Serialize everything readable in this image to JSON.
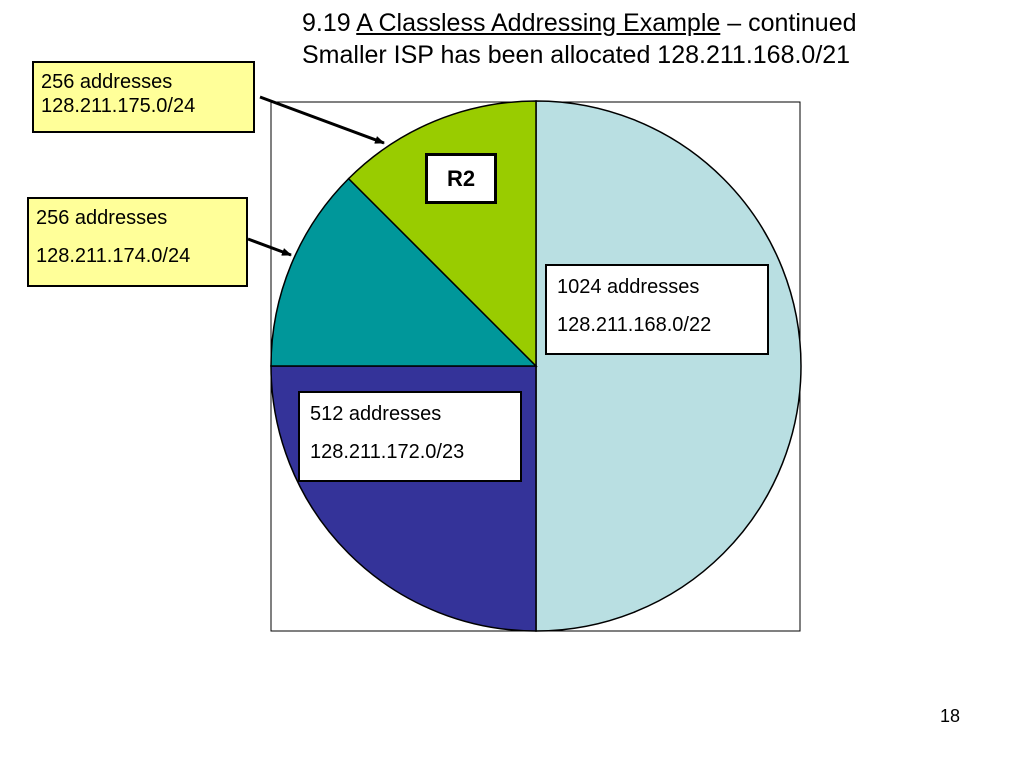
{
  "title": {
    "prefix": "9.19 ",
    "underlined": "A Classless Addressing Example",
    "suffix": " – continued",
    "line2": "Smaller ISP has been allocated 128.211.168.0/21"
  },
  "callouts": {
    "top": {
      "count": "256 addresses",
      "prefix": "128.211.175.0/24"
    },
    "middle": {
      "count": "256 addresses",
      "prefix": "128.211.174.0/24"
    }
  },
  "blocks": {
    "b1024": {
      "count": "1024 addresses",
      "prefix": "128.211.168.0/22"
    },
    "b512": {
      "count": "512 addresses",
      "prefix": "128.211.172.0/23"
    }
  },
  "router_label": "R2",
  "page_number": "18",
  "slices": [
    {
      "addresses": 1024,
      "color": "#b9dfe2"
    },
    {
      "addresses": 512,
      "color": "#343399"
    },
    {
      "addresses": 256,
      "color": "#00979a"
    },
    {
      "addresses": 256,
      "color": "#99cc00"
    }
  ]
}
